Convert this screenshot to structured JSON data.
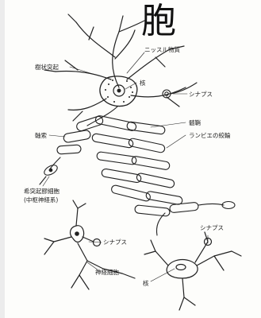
{
  "title": "胞",
  "labels": {
    "nissl": "ニッスル物質",
    "dendrite": "樹状突起",
    "nucleus_top": "核",
    "synapse_top": "シナプス",
    "myelin": "髄鞘",
    "ranvier": "ランビエの絞輪",
    "axon": "軸索",
    "oligo_1": "希突起膠細胞",
    "oligo_2": "(中枢神経系)",
    "synapse_mid": "シナプス",
    "synapse_right": "シナプス",
    "neuron": "神経細胞",
    "nucleus_bottom": "核"
  }
}
